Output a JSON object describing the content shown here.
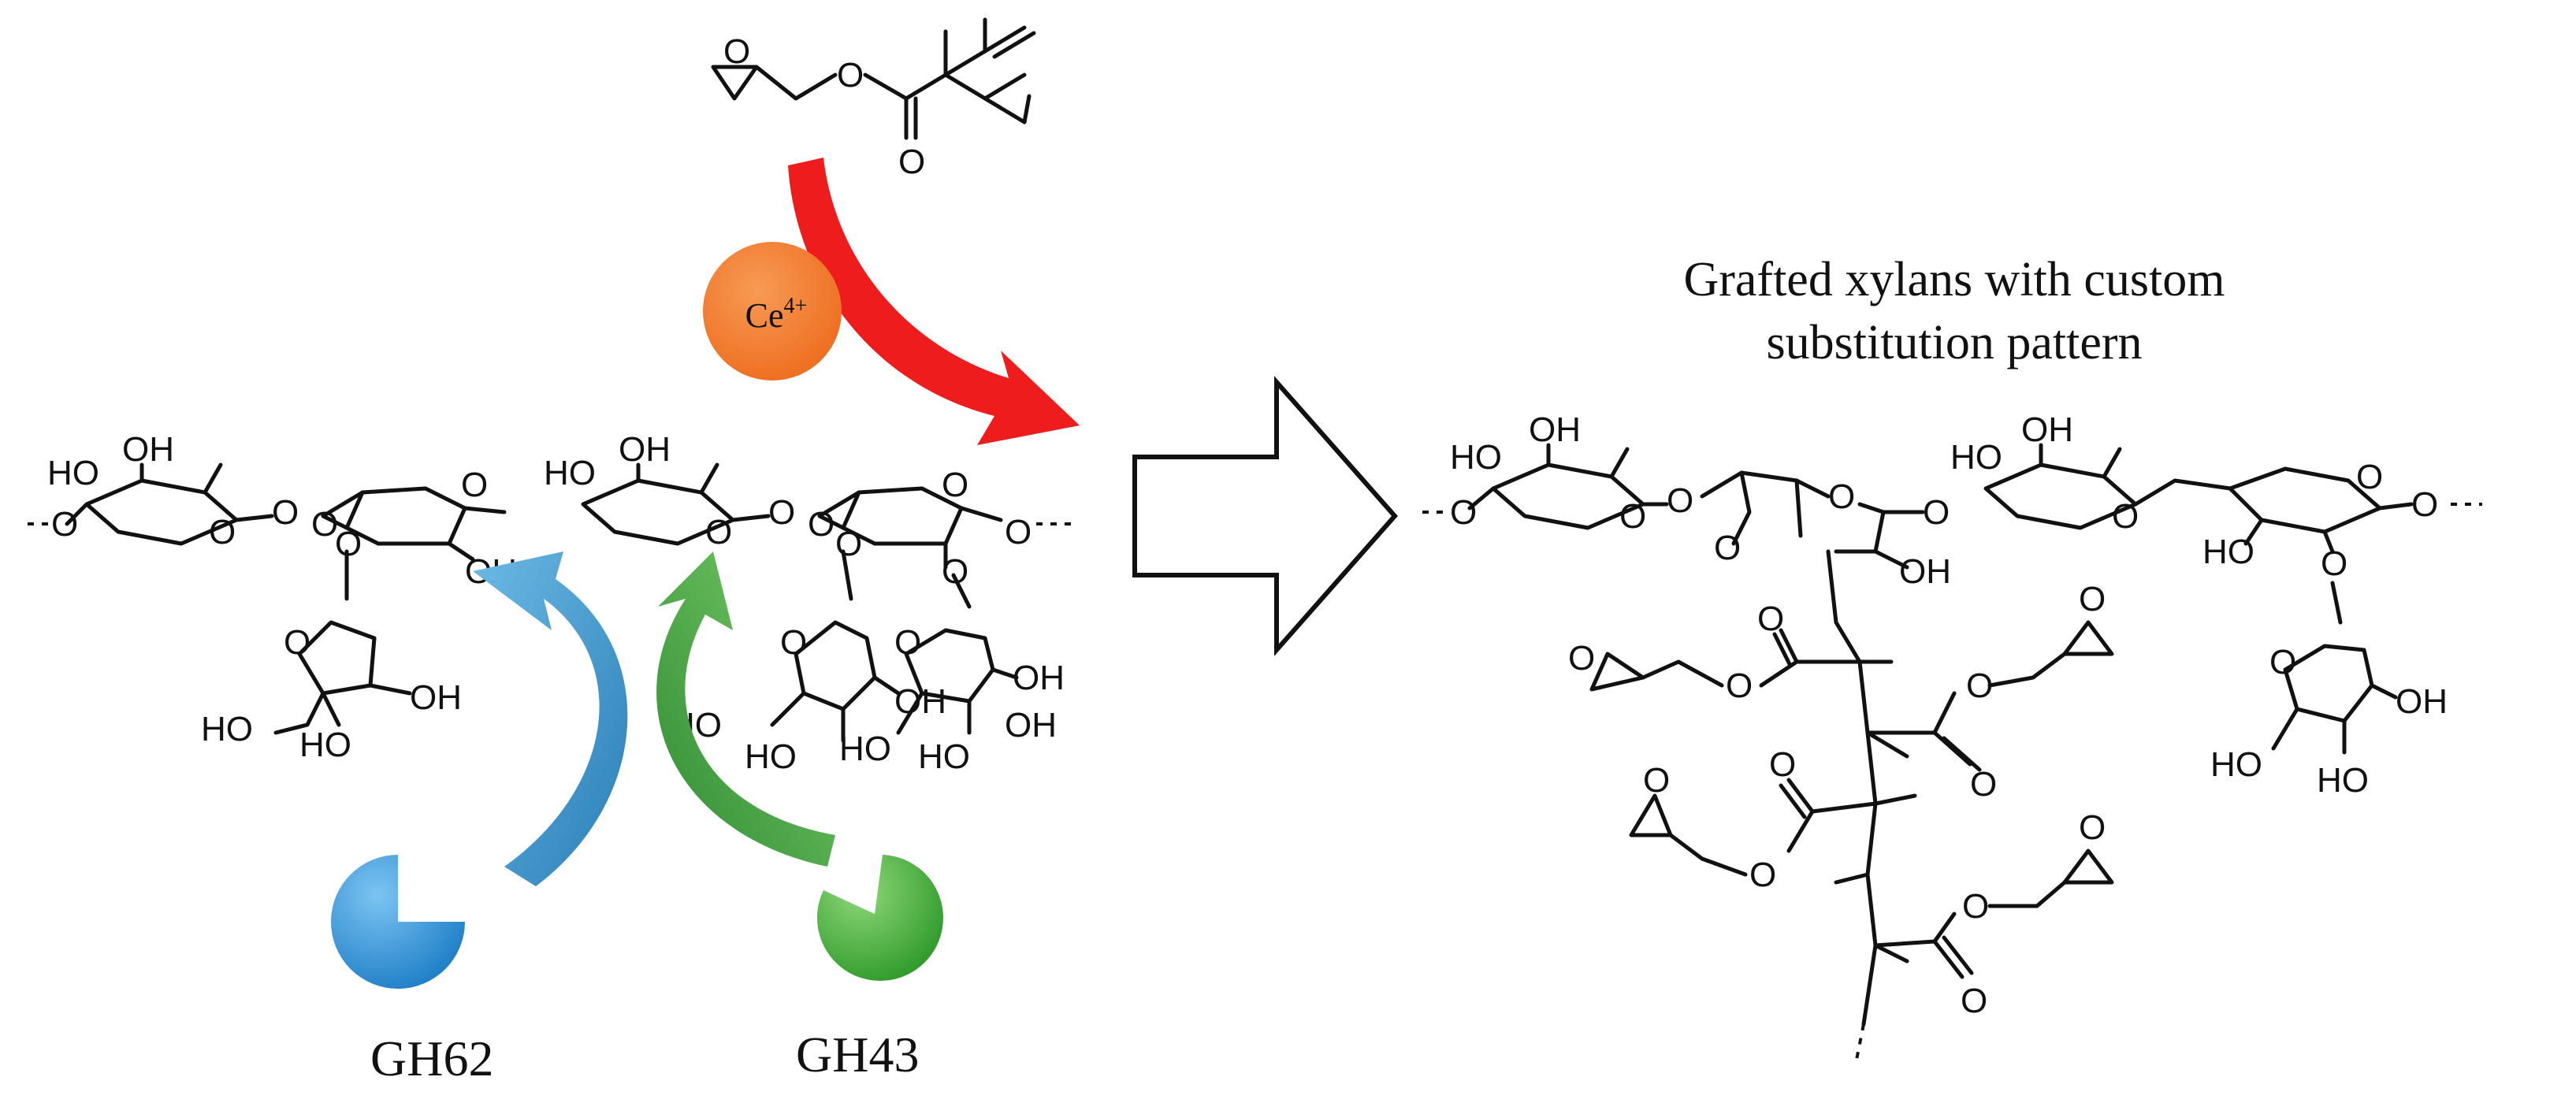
{
  "reagent": {
    "label": "Ce4+",
    "color": "#f27a2c"
  },
  "arrows": {
    "reaction_color": "#ee1c1c",
    "gh62_color": "#3a93cf",
    "gh43_color": "#3a9a3a"
  },
  "enzymes": [
    {
      "label": "GH62",
      "color": "#2f8fd6"
    },
    {
      "label": "GH43",
      "color": "#3fa83a"
    }
  ],
  "product": {
    "caption_line1": "Grafted xylans with custom",
    "caption_line2": "substitution pattern"
  },
  "atoms": {
    "hydroxyl": "OH",
    "hydroxyl_left": "HO",
    "oxygen": "O"
  }
}
